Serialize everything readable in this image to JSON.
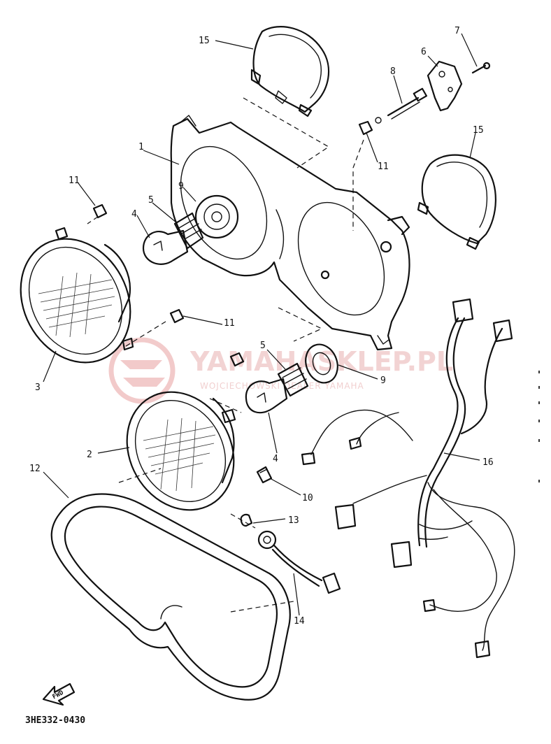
{
  "diagram": {
    "drawing_code": "3HE332-0430",
    "arrow_label": "FWD",
    "watermark": {
      "title": "YAMAHASKLEP.PL",
      "subtitle": "WOJCIECHOWSKI DEALER YAMAHA"
    },
    "callouts": {
      "c1": "1",
      "c2": "2",
      "c3": "3",
      "c4a": "4",
      "c4b": "4",
      "c5a": "5",
      "c5b": "5",
      "c6": "6",
      "c7": "7",
      "c8": "8",
      "c9a": "9",
      "c9b": "9",
      "c10": "10",
      "c11a": "11",
      "c11b": "11",
      "c11c": "11",
      "c12": "12",
      "c13": "13",
      "c14": "14",
      "c15a": "15",
      "c15b": "15",
      "c16": "16"
    },
    "colors": {
      "ink": "#111111",
      "paper": "#ffffff",
      "watermark": "#e8b0b0"
    }
  }
}
